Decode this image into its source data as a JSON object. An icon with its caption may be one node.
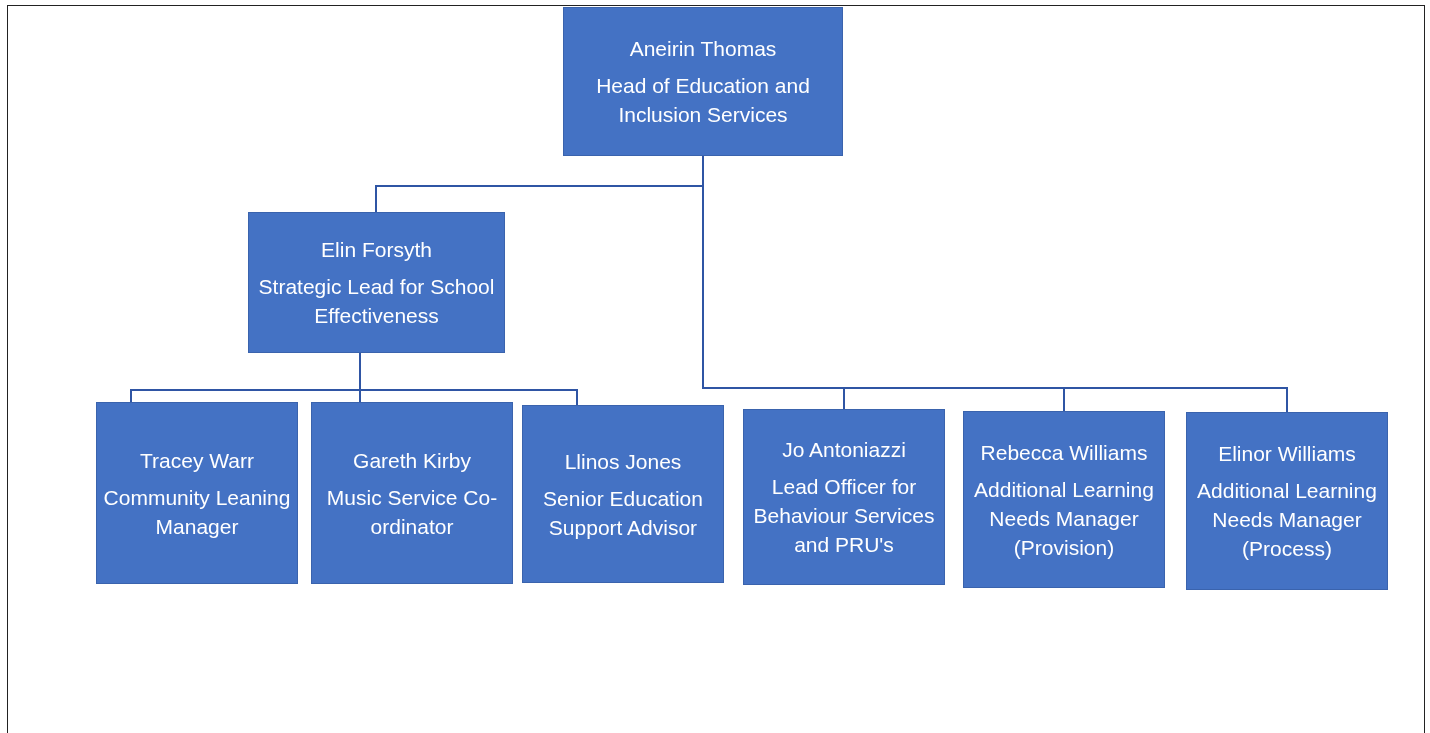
{
  "diagram": {
    "nodes": [
      {
        "text": [
          "Aneirin Thomas",
          "Head of Education and Inclusion Services"
        ]
      },
      {
        "text": [
          "Elin Forsyth",
          "Strategic Lead for School Effectiveness"
        ]
      },
      {
        "text": [
          "Tracey Warr",
          "Community Leaning Manager"
        ]
      },
      {
        "text": [
          "Gareth Kirby",
          "Music Service Co-ordinator"
        ]
      },
      {
        "text": [
          "Llinos Jones",
          "Senior Education Support Advisor"
        ]
      },
      {
        "text": [
          "Jo Antoniazzi",
          "Lead Officer for Behaviour Services and PRU's"
        ]
      },
      {
        "text": [
          "Rebecca Williams",
          "Additional Learning Needs Manager (Provision)"
        ]
      },
      {
        "text": [
          "Elinor Williams",
          "Additional Learning Needs Manager (Process)"
        ]
      }
    ],
    "edges": [
      {
        "from": 0,
        "to": 1,
        "arrow": "none"
      },
      {
        "from": 0,
        "to": 5,
        "arrow": "none"
      },
      {
        "from": 0,
        "to": 6,
        "arrow": "none"
      },
      {
        "from": 0,
        "to": 7,
        "arrow": "none"
      },
      {
        "from": 1,
        "to": 2,
        "arrow": "none"
      },
      {
        "from": 1,
        "to": 3,
        "arrow": "none"
      },
      {
        "from": 1,
        "to": 4,
        "arrow": "none"
      }
    ]
  }
}
